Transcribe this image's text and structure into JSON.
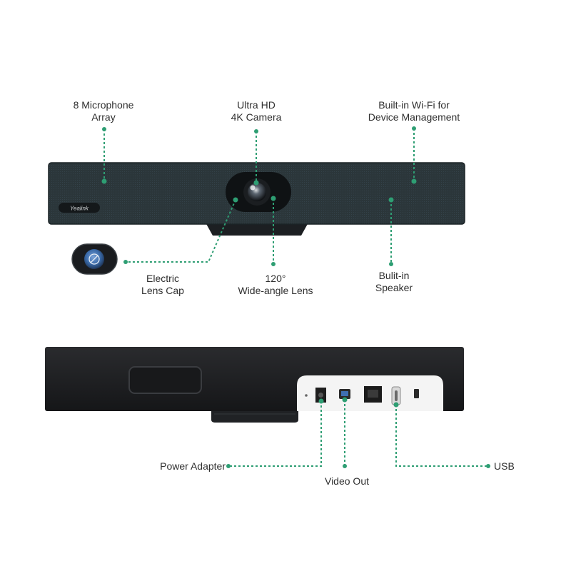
{
  "brand": {
    "logo_text": "Yealink"
  },
  "colors": {
    "leader_line": "#2e9e73",
    "device_front": "#2a3438",
    "device_back": "#1a1b1d",
    "label_text": "#2f2f2f"
  },
  "front_callouts": [
    {
      "id": "microphone-array",
      "lines": [
        "8 Microphone",
        "Array"
      ]
    },
    {
      "id": "camera",
      "lines": [
        "Ultra HD",
        "4K Camera"
      ]
    },
    {
      "id": "wifi",
      "lines": [
        "Built-in Wi-Fi for",
        "Device Management"
      ]
    },
    {
      "id": "lens-cap",
      "lines": [
        "Electric",
        "Lens Cap"
      ]
    },
    {
      "id": "lens",
      "lines": [
        "120°",
        "Wide-angle Lens"
      ]
    },
    {
      "id": "speaker",
      "lines": [
        "Bulit-in",
        "Speaker"
      ]
    }
  ],
  "back_callouts": [
    {
      "id": "power-adapter",
      "lines": [
        "Power Adapter"
      ]
    },
    {
      "id": "video-out",
      "lines": [
        "Video Out"
      ]
    },
    {
      "id": "usb",
      "lines": [
        "USB"
      ]
    }
  ]
}
